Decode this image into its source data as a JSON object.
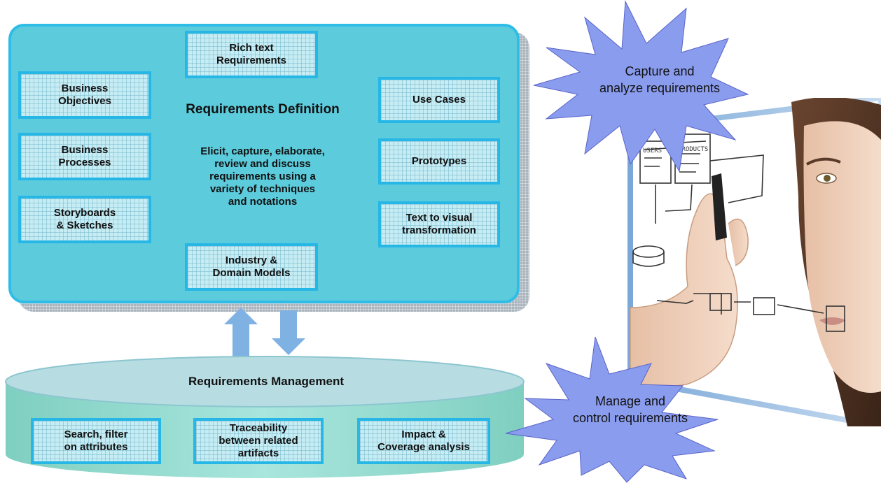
{
  "definition": {
    "title": "Requirements Definition",
    "description": "Elicit, capture, elaborate,\nreview and discuss\nrequirements using a\nvariety of techniques\nand notations",
    "boxes": {
      "rich_text": "Rich text\nRequirements",
      "business_objectives": "Business\nObjectives",
      "business_processes": "Business\nProcesses",
      "storyboards": "Storyboards\n& Sketches",
      "industry_models": "Industry &\nDomain Models",
      "use_cases": "Use Cases",
      "prototypes": "Prototypes",
      "text_to_visual": "Text to visual\ntransformation"
    }
  },
  "management": {
    "title": "Requirements Management",
    "boxes": {
      "search": "Search, filter\non attributes",
      "traceability": "Traceability\nbetween related\nartifacts",
      "impact": "Impact &\nCoverage analysis"
    }
  },
  "callouts": {
    "capture": "Capture and\nanalyze requirements",
    "manage": "Manage and\ncontrol requirements"
  },
  "colors": {
    "panel": "#5ccbdc",
    "panel_border": "#2fbde8",
    "box_fill": "#c6ecf4",
    "arrow": "#7fb2e3",
    "burst": "#8a9cee"
  },
  "illustration": {
    "icon": "woman-drawing-diagram-photo"
  }
}
